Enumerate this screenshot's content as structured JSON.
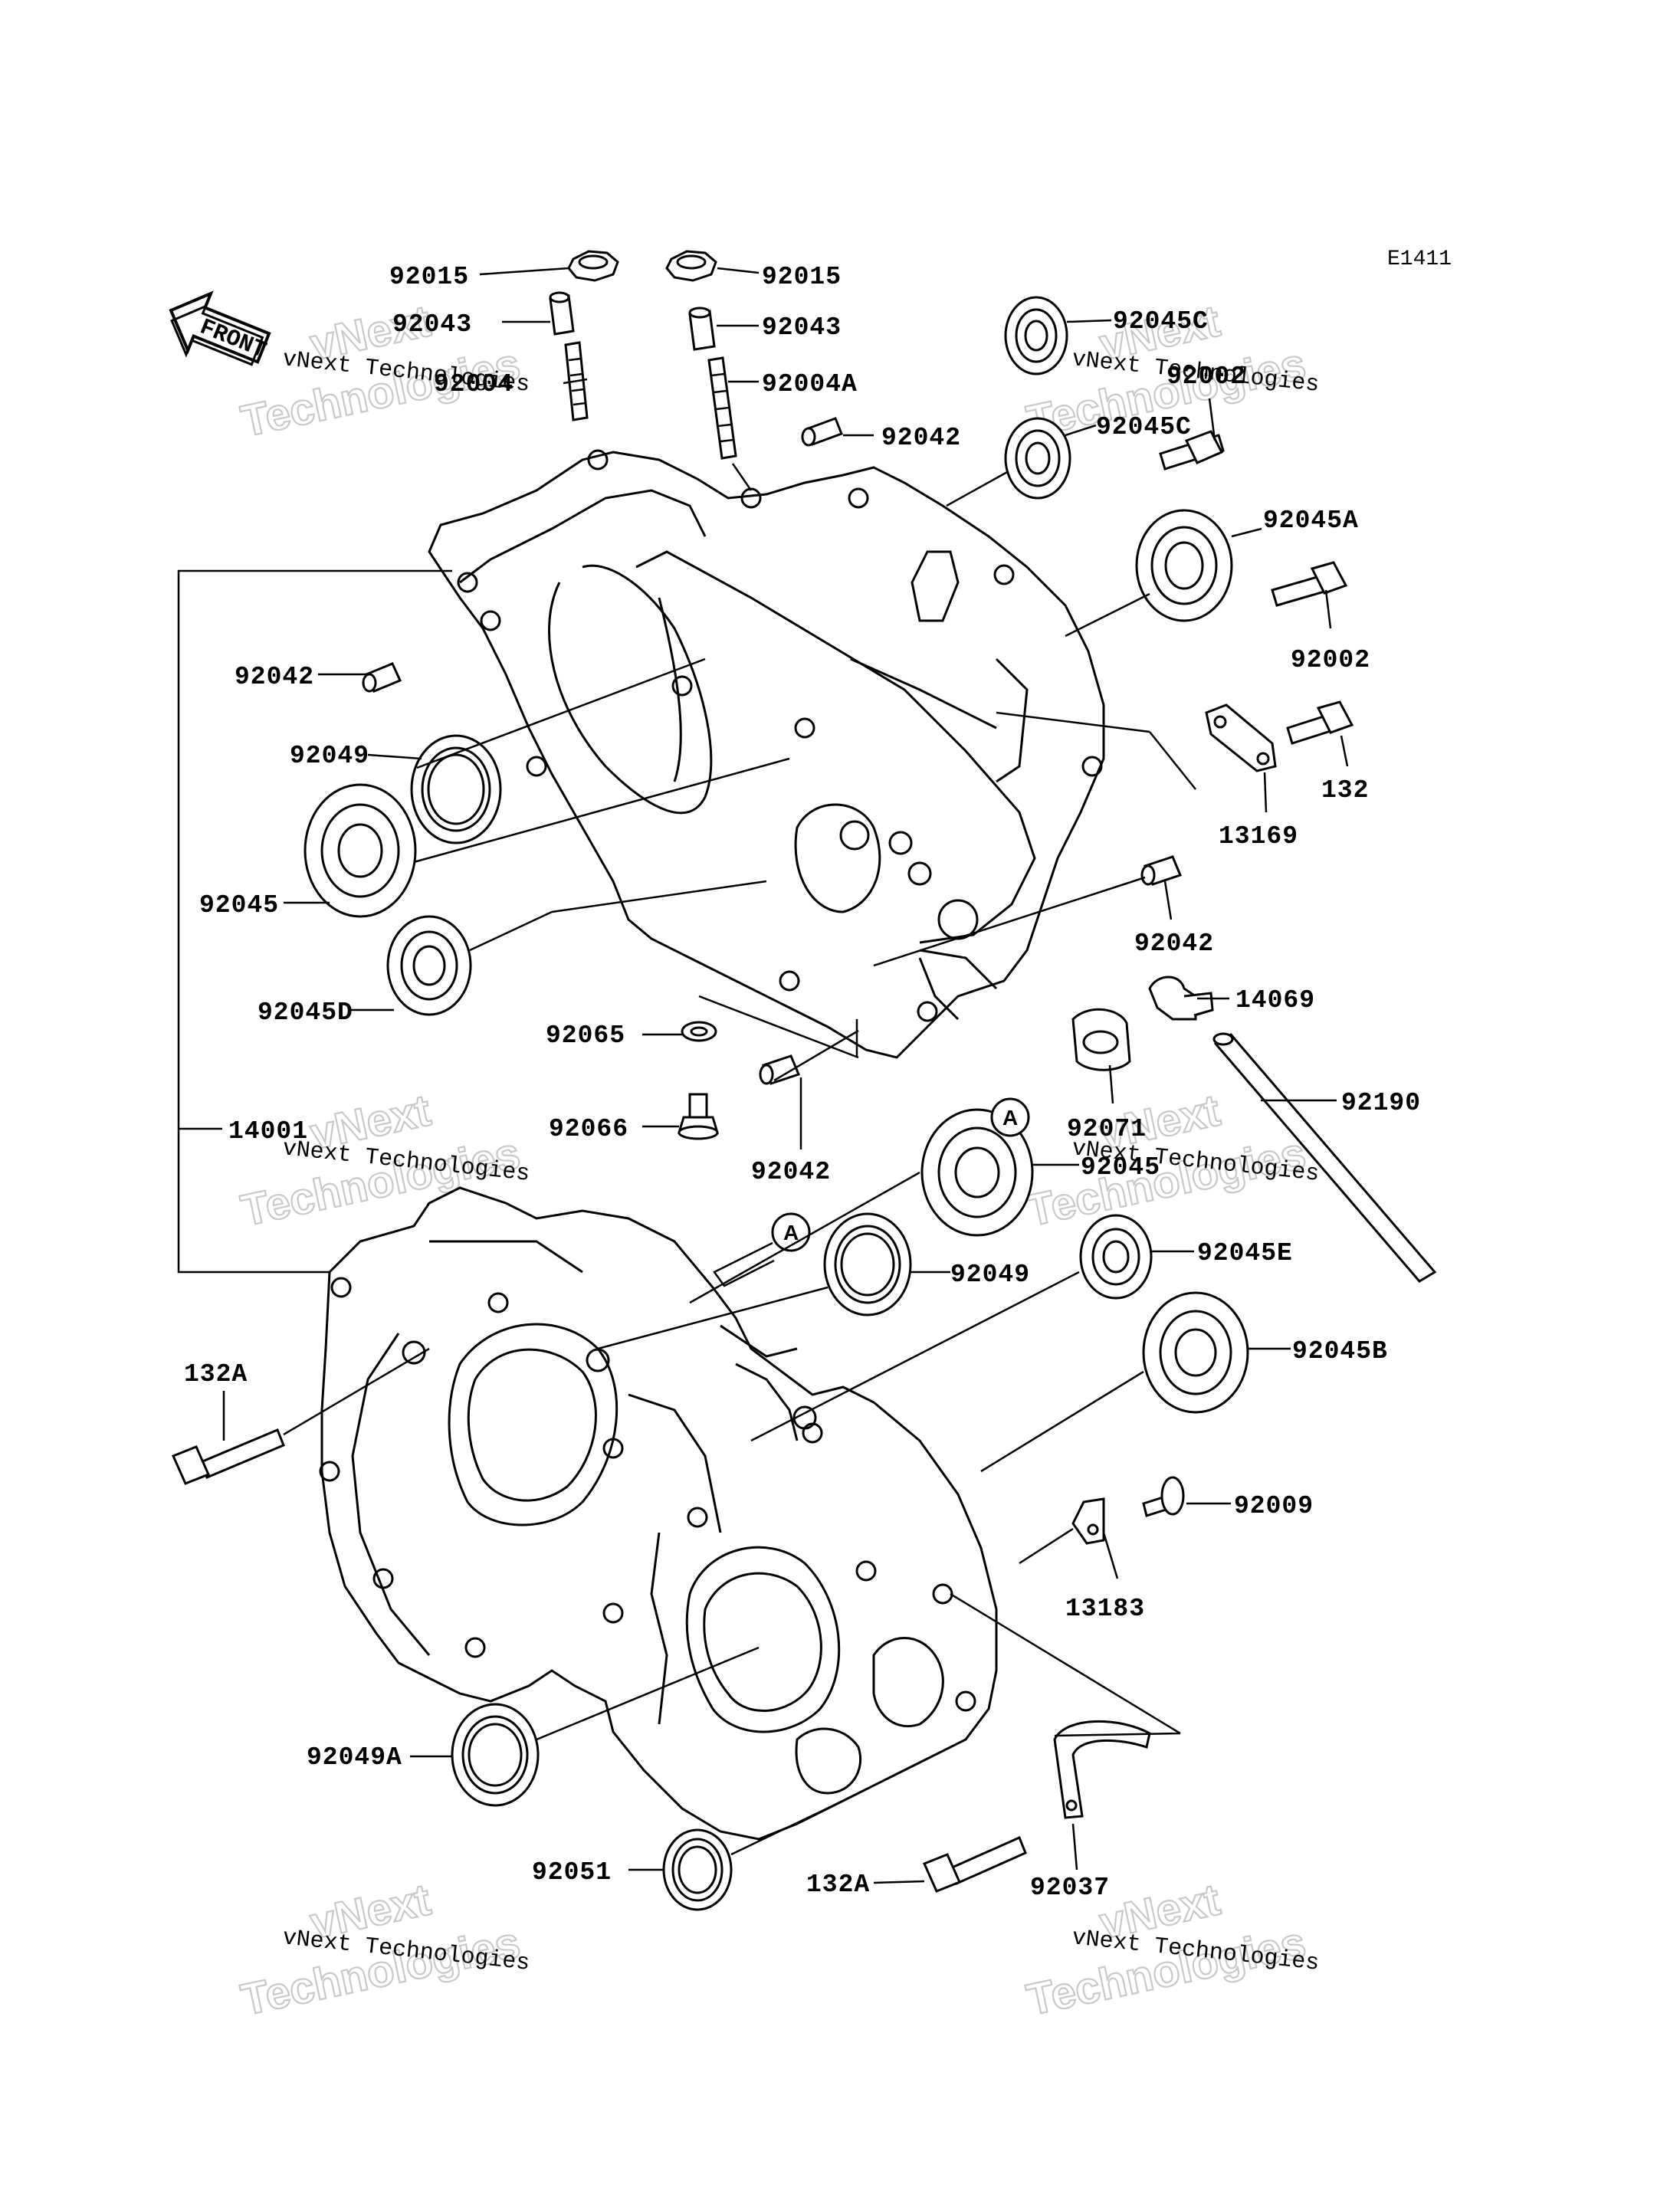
{
  "diagram_code": "E1411",
  "front_label": "FRONT",
  "ref_marker": "A",
  "watermark": {
    "line1": "vNext Technologies",
    "line2": "Technologies",
    "line3": "vNext"
  },
  "parts": [
    {
      "id": "p01",
      "label": "92015"
    },
    {
      "id": "p02",
      "label": "92015"
    },
    {
      "id": "p03",
      "label": "92043"
    },
    {
      "id": "p04",
      "label": "92043"
    },
    {
      "id": "p05",
      "label": "92004"
    },
    {
      "id": "p06",
      "label": "92004A"
    },
    {
      "id": "p07",
      "label": "92042"
    },
    {
      "id": "p08",
      "label": "92045C"
    },
    {
      "id": "p09",
      "label": "92045C"
    },
    {
      "id": "p10",
      "label": "92002"
    },
    {
      "id": "p11",
      "label": "92045A"
    },
    {
      "id": "p12",
      "label": "92002"
    },
    {
      "id": "p13",
      "label": "92042"
    },
    {
      "id": "p14",
      "label": "132"
    },
    {
      "id": "p15",
      "label": "92049"
    },
    {
      "id": "p16",
      "label": "13169"
    },
    {
      "id": "p17",
      "label": "92045"
    },
    {
      "id": "p18",
      "label": "92042"
    },
    {
      "id": "p19",
      "label": "92045D"
    },
    {
      "id": "p20",
      "label": "14069"
    },
    {
      "id": "p21",
      "label": "92065"
    },
    {
      "id": "p22",
      "label": "92190"
    },
    {
      "id": "p23",
      "label": "92066"
    },
    {
      "id": "p24",
      "label": "92071"
    },
    {
      "id": "p25",
      "label": "14001"
    },
    {
      "id": "p26",
      "label": "92042"
    },
    {
      "id": "p27",
      "label": "92045"
    },
    {
      "id": "p28",
      "label": "92045E"
    },
    {
      "id": "p29",
      "label": "92049"
    },
    {
      "id": "p30",
      "label": "132A"
    },
    {
      "id": "p31",
      "label": "92045B"
    },
    {
      "id": "p32",
      "label": "92009"
    },
    {
      "id": "p33",
      "label": "13183"
    },
    {
      "id": "p34",
      "label": "92049A"
    },
    {
      "id": "p35",
      "label": "92051"
    },
    {
      "id": "p36",
      "label": "132A"
    },
    {
      "id": "p37",
      "label": "92037"
    }
  ]
}
